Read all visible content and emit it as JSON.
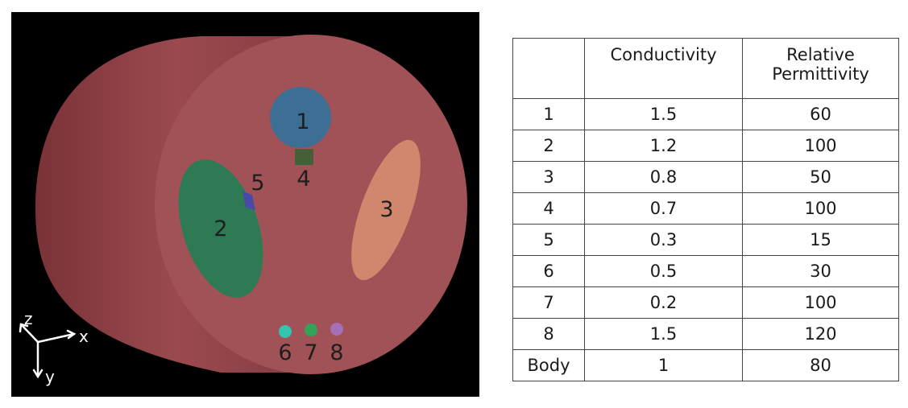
{
  "scene": {
    "labels": {
      "r1": "1",
      "r2": "2",
      "r3": "3",
      "r4": "4",
      "r5": "5",
      "r6": "6",
      "r7": "7",
      "r8": "8"
    },
    "axes": {
      "x": "x",
      "y": "y",
      "z": "z"
    },
    "colors": {
      "background": "#000000",
      "body_side": "#8b3e44",
      "body_face": "#a15256",
      "region1": "#3d6e93",
      "region2": "#2e7a55",
      "region3": "#d1876e",
      "region4": "#475f36",
      "region5": "#4949a8",
      "region6": "#34c3ad",
      "region7": "#33a35a",
      "region8": "#a66fba"
    }
  },
  "table": {
    "header": {
      "col0": "",
      "col1": "Conductivity",
      "col2a": "Relative",
      "col2b": "Permittivity"
    },
    "rows": [
      {
        "label": "1",
        "conductivity": "1.5",
        "permittivity": "60"
      },
      {
        "label": "2",
        "conductivity": "1.2",
        "permittivity": "100"
      },
      {
        "label": "3",
        "conductivity": "0.8",
        "permittivity": "50"
      },
      {
        "label": "4",
        "conductivity": "0.7",
        "permittivity": "100"
      },
      {
        "label": "5",
        "conductivity": "0.3",
        "permittivity": "15"
      },
      {
        "label": "6",
        "conductivity": "0.5",
        "permittivity": "30"
      },
      {
        "label": "7",
        "conductivity": "0.2",
        "permittivity": "100"
      },
      {
        "label": "8",
        "conductivity": "1.5",
        "permittivity": "120"
      },
      {
        "label": "Body",
        "conductivity": "1",
        "permittivity": "80"
      }
    ]
  }
}
